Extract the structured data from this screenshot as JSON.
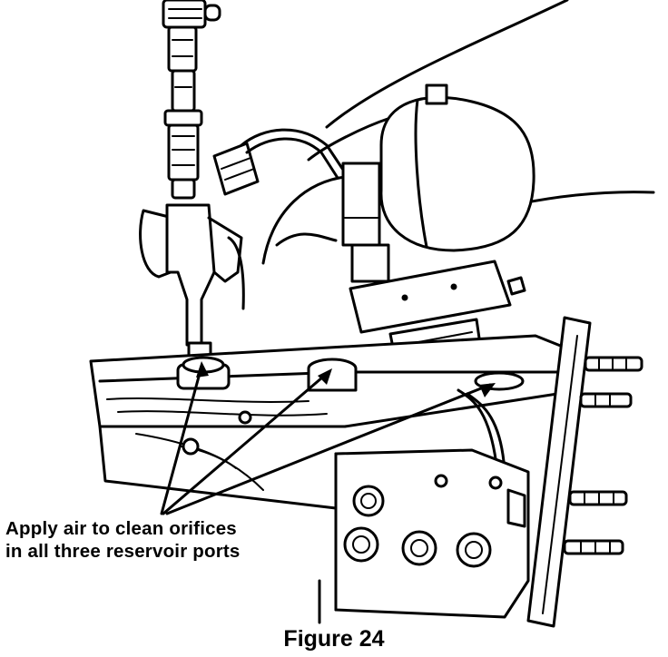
{
  "figure": {
    "callout_line_1": "Apply air to clean orifices",
    "callout_line_2": "in all three reservoir ports",
    "caption": "Figure 24"
  },
  "colors": {
    "ink": "#000000",
    "paper": "#ffffff"
  }
}
